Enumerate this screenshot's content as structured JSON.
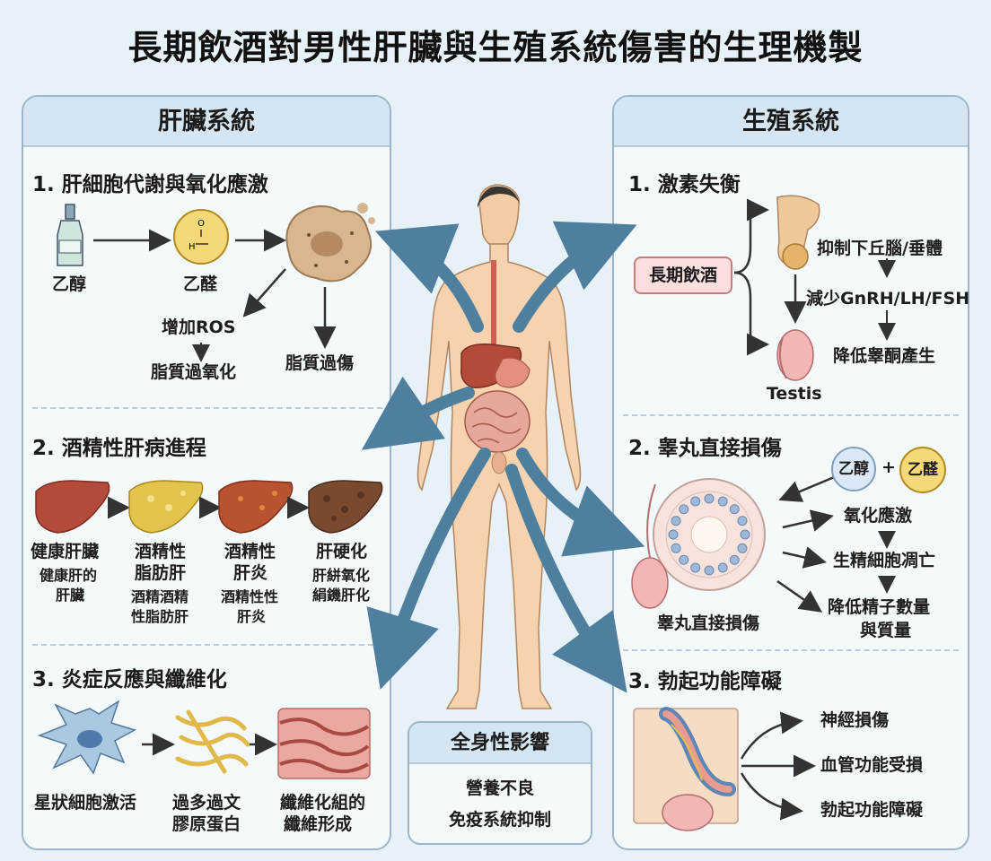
{
  "title": "長期飲酒對男性肝臟與生殖系統傷害的生理機製",
  "liver_panel": {
    "header": "肝臟系統",
    "sec1": {
      "title": "1. 肝細胞代謝與氧化應激",
      "ethanol": "乙醇",
      "acetaldehyde": "乙醛",
      "ros": "增加ROS",
      "lipid_peroxidation": "脂質過氧化",
      "lipid_damage": "脂質過傷"
    },
    "sec2": {
      "title": "2. 酒精性肝病進程",
      "stages": [
        {
          "name": "健康肝臟",
          "sub": [
            "健康肝的",
            "肝臟"
          ]
        },
        {
          "name": "酒精性",
          "name2": "脂肪肝",
          "sub": [
            "酒精酒精",
            "性脂肪肝"
          ]
        },
        {
          "name": "酒精性",
          "name2": "肝炎",
          "sub": [
            "酒精性性",
            "肝炎"
          ]
        },
        {
          "name": "肝硬化",
          "sub": [
            "肝絣氧化",
            "絹鐖肝化"
          ]
        }
      ]
    },
    "sec3": {
      "title": "3. 炎症反應與纖維化",
      "stellate": "星狀細胞激活",
      "collagen1": "過多過文",
      "collagen2": "膠原蛋白",
      "fiber1": "纖維化組的",
      "fiber2": "纖維形成"
    }
  },
  "repro_panel": {
    "header": "生殖系統",
    "sec1": {
      "title": "1. 激素失衡",
      "alcohol": "長期飲酒",
      "suppress": "抑制下丘腦/垂體",
      "reduce": "減少GnRH/LH/FSH",
      "lower_t": "降低睾酮產生",
      "testis": "Testis"
    },
    "sec2": {
      "title": "2. 睾丸直接損傷",
      "ethanol": "乙醇",
      "plus": "+",
      "acetaldehyde": "乙醛",
      "oxidative": "氧化應激",
      "apoptosis": "生精細胞凋亡",
      "sperm1": "降低精子數量",
      "sperm2": "與質量",
      "caption": "睾丸直接損傷"
    },
    "sec3": {
      "title": "3. 勃起功能障礙",
      "nerve": "神經損傷",
      "vascular": "血管功能受損",
      "ed": "勃起功能障礙"
    }
  },
  "systemic": {
    "title": "全身性影響",
    "line1": "營養不良",
    "line2": "免疫系統抑制"
  },
  "colors": {
    "panel_border": "#9cb5c7",
    "header_bg": "#d5e6f2",
    "arrow_blue": "#4f7f9f",
    "skin": "#f6d2ae"
  }
}
